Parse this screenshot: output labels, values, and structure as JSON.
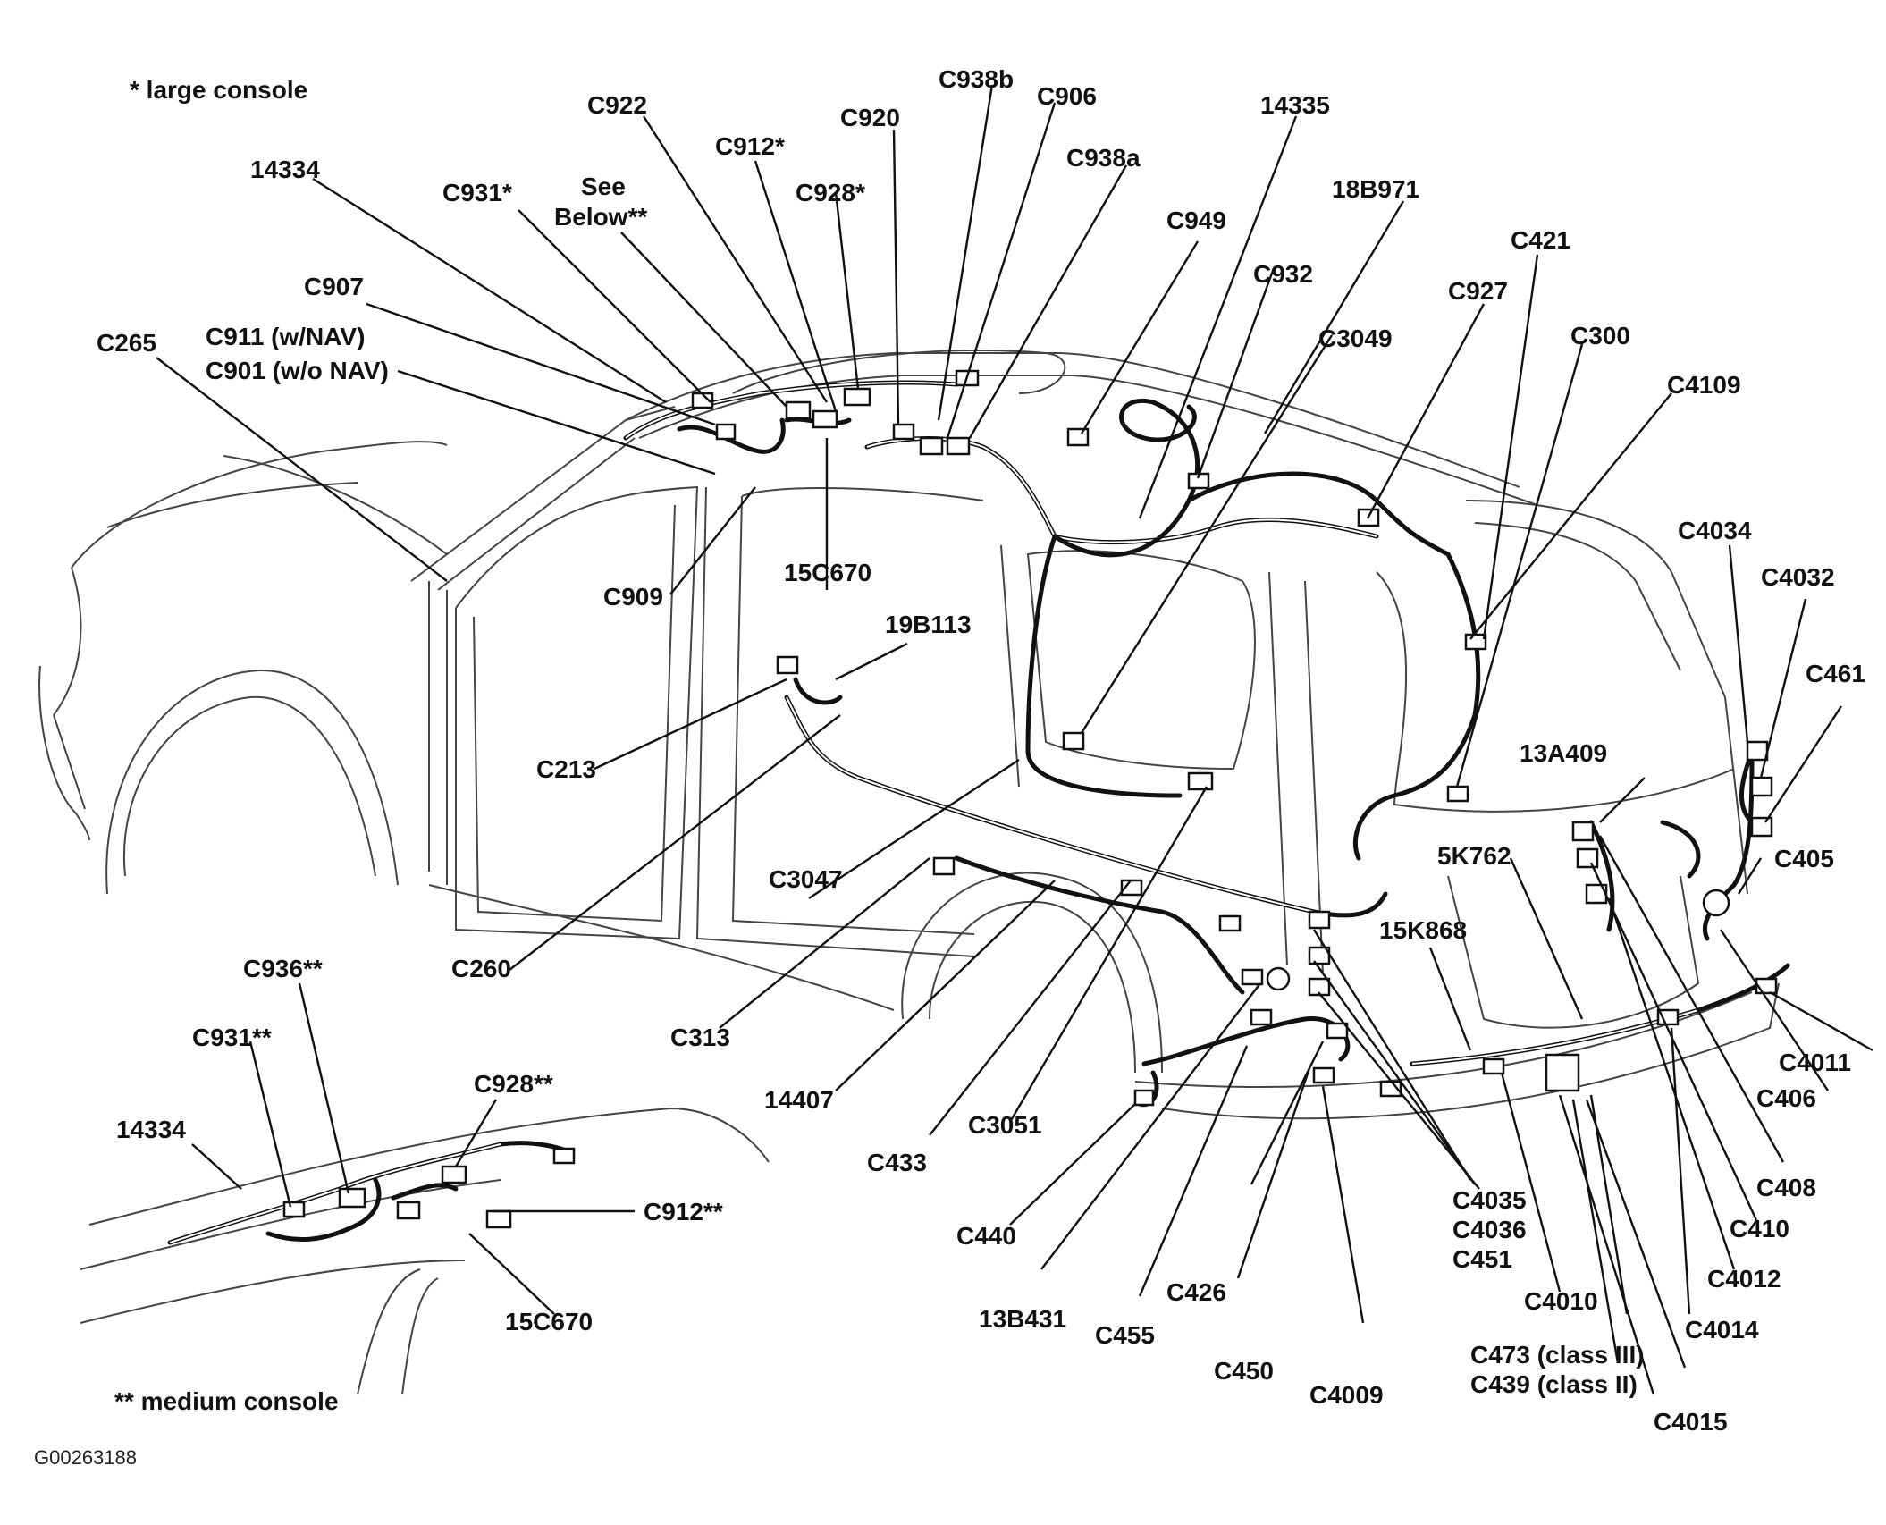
{
  "notes": {
    "large_console": "* large console",
    "medium_console": "** medium console",
    "figure_code": "G00263188"
  },
  "labels": {
    "c938b": "C938b",
    "c906": "C906",
    "c922": "C922",
    "c920": "C920",
    "c912_large": "C912*",
    "c938a": "C938a",
    "c928_large": "C928*",
    "n14335": "14335",
    "n14334_main": "14334",
    "c931_large": "C931*",
    "see_below_1": "See",
    "see_below_2": "Below**",
    "n18b971": "18B971",
    "c949": "C949",
    "c932": "C932",
    "c421": "C421",
    "c907": "C907",
    "c911": "C911 (w/NAV)",
    "c901": "C901 (w/o NAV)",
    "c265": "C265",
    "c927": "C927",
    "c3049": "C3049",
    "c300": "C300",
    "c4109": "C4109",
    "c909": "C909",
    "n15c670_main": "15C670",
    "c4034": "C4034",
    "c4032": "C4032",
    "n19b113": "19B113",
    "c461": "C461",
    "c213": "C213",
    "n13a409": "13A409",
    "n5k762": "5K762",
    "c405": "C405",
    "c3047": "C3047",
    "n15k868": "15K868",
    "c260": "C260",
    "c313": "C313",
    "c936_med": "C936**",
    "c931_med": "C931**",
    "c928_med": "C928**",
    "n14407": "14407",
    "c3051": "C3051",
    "c433": "C433",
    "n14334_med": "14334",
    "c912_med": "C912**",
    "c440": "C440",
    "c4035": "C4035",
    "c4036": "C4036",
    "c451": "C451",
    "c4011": "C4011",
    "c406": "C406",
    "c408": "C408",
    "c410": "C410",
    "c4012": "C4012",
    "c426": "C426",
    "c4010": "C4010",
    "c4014": "C4014",
    "n15c670_med": "15C670",
    "n13b431": "13B431",
    "c455": "C455",
    "c473": "C473 (class III)",
    "c439": "C439 (class II)",
    "c450": "C450",
    "c4009": "C4009",
    "c4015": "C4015"
  }
}
